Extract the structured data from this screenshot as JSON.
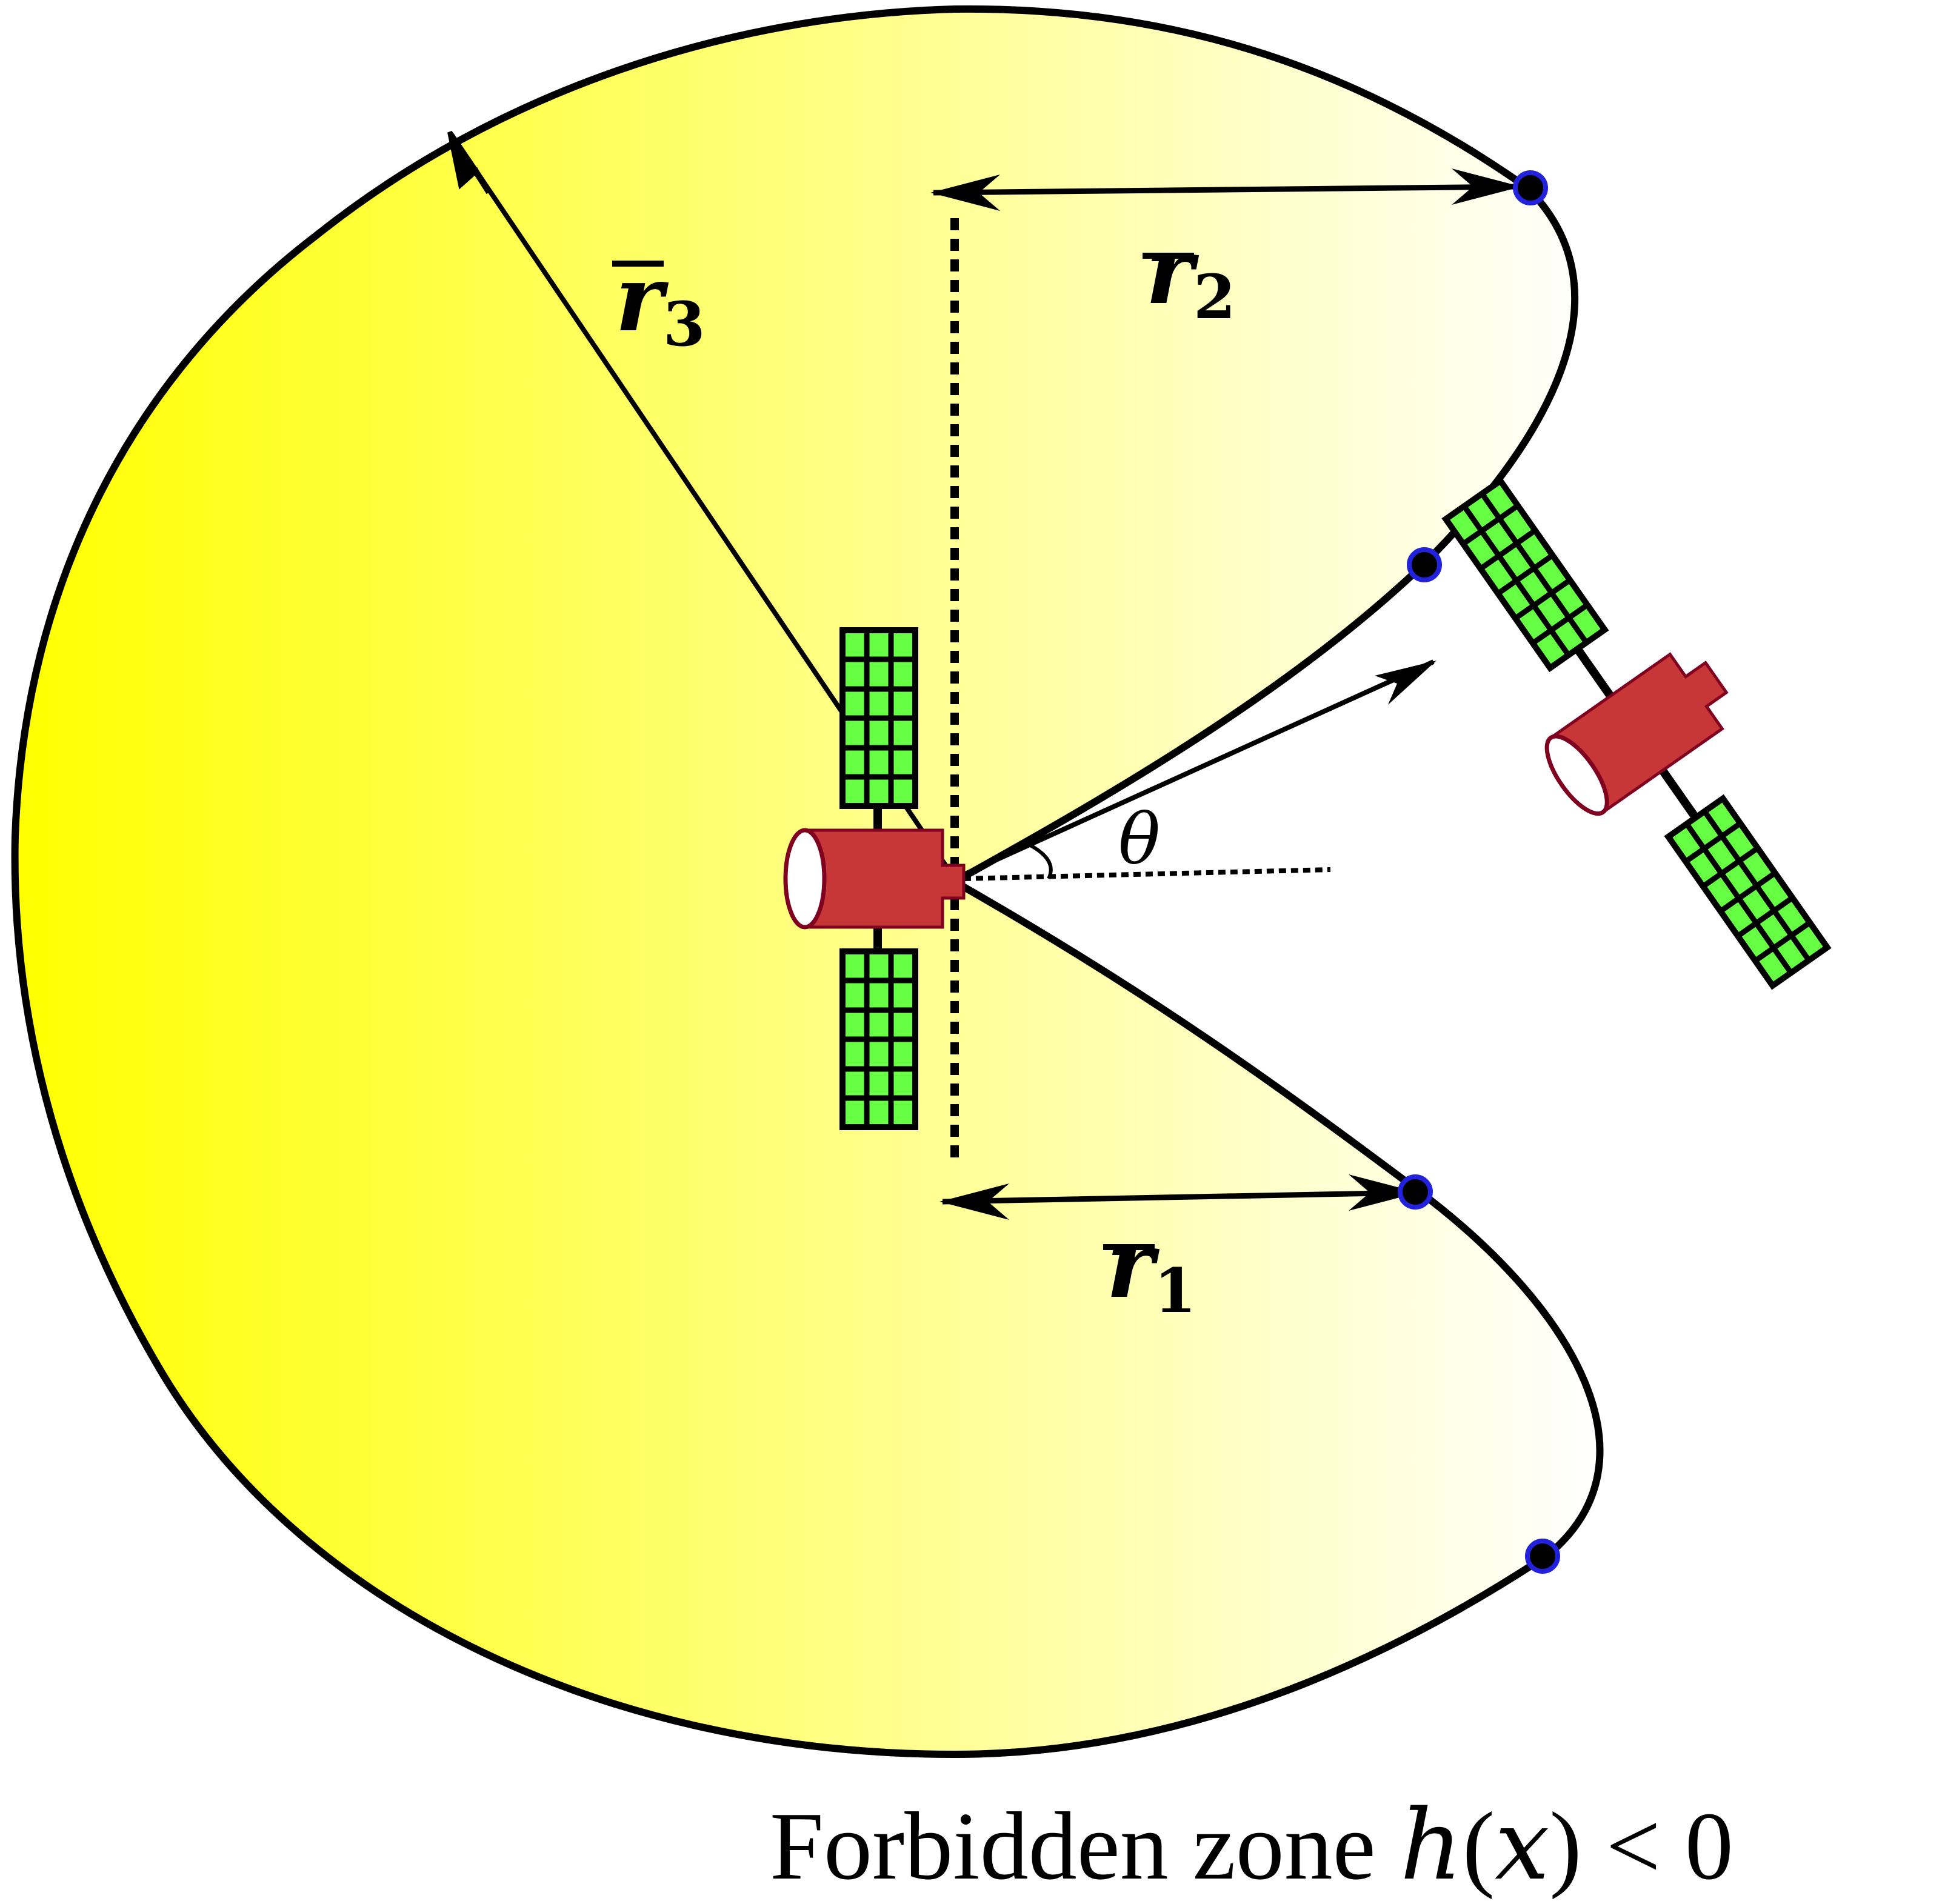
{
  "labels": {
    "r1": {
      "symbol": "r",
      "subscript": "1"
    },
    "r2": {
      "symbol": "r",
      "subscript": "2"
    },
    "r3": {
      "symbol": "r",
      "subscript": "3"
    },
    "theta": "θ",
    "caption": {
      "text": "Forbidden zone ",
      "h": "h",
      "open_paren": "(",
      "x": "x",
      "close_paren": ")",
      "inequality": " < 0"
    }
  },
  "colors": {
    "fill_strong": "#ffff00",
    "fill_weak": "#ffffff",
    "outline": "#000000",
    "body": "#c83737",
    "body_edge": "#800020",
    "panel": "#66ff44",
    "waypoint": "#2222dd"
  }
}
